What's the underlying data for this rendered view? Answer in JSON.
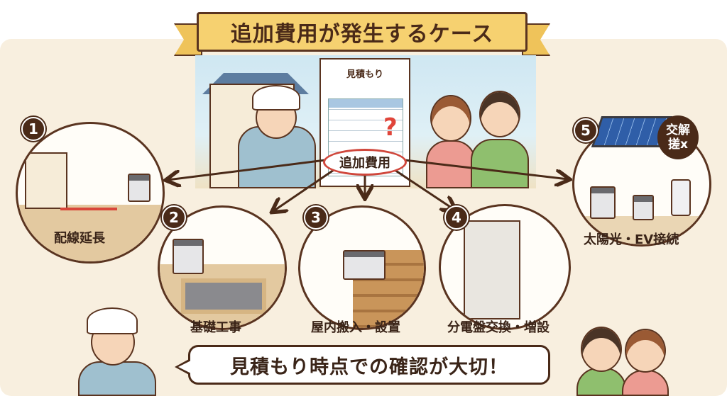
{
  "title": "追加費用が発生するケース",
  "scene": {
    "document_title": "見積もり",
    "question_mark": "?",
    "hub_label": "追加費用"
  },
  "cases": [
    {
      "number": "1",
      "label": "配線延長",
      "icon": "cable-extension-icon"
    },
    {
      "number": "2",
      "label": "基礎工事",
      "icon": "concrete-foundation-icon"
    },
    {
      "number": "3",
      "label": "屋内搬入・設置",
      "icon": "indoor-carry-icon"
    },
    {
      "number": "4",
      "label": "分電盤交換・増設",
      "icon": "distribution-board-icon"
    },
    {
      "number": "5",
      "label": "太陽光・EV接続",
      "icon": "solar-ev-icon",
      "bubble": "交解\n搓x"
    }
  ],
  "footer": {
    "message": "見積もり時点での確認が大切！"
  },
  "colors": {
    "background": "#f8efdf",
    "ribbon": "#f6d170",
    "outline": "#5a3420",
    "accent_red": "#d0473c",
    "number_badge": "#4a2a18"
  }
}
